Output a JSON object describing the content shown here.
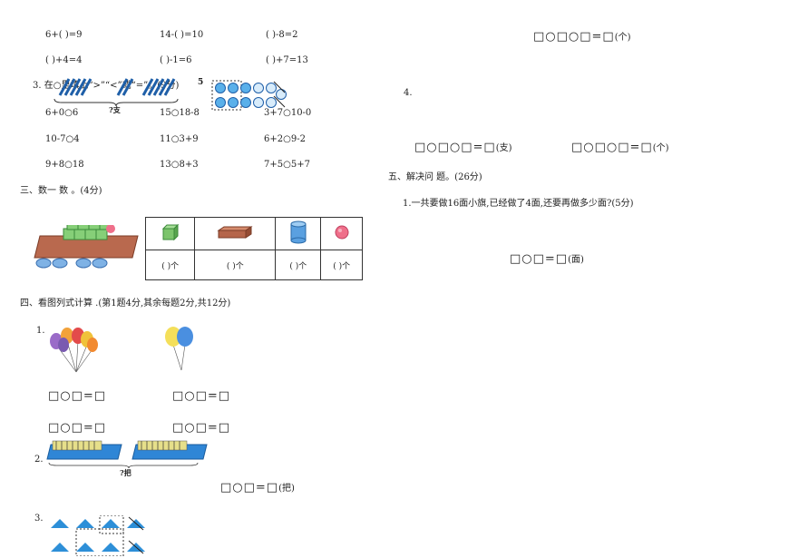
{
  "fill_blanks": {
    "row1": [
      "6+(      )=9",
      "14-(      )=10",
      "(      )-8=2"
    ],
    "row2": [
      "(      )+4=4",
      "(      )-1=6",
      "(      )+7=13"
    ]
  },
  "section3": {
    "title": "3. 在○里填上“>”“<”或“=”。(9分)",
    "rows": [
      [
        "6+0○6",
        "15○18-8",
        "3+7○10-0"
      ],
      [
        "10-7○4",
        "11○3+9",
        "6+2○9-2"
      ],
      [
        "9+8○18",
        "13○8+3",
        "7+5○5+7"
      ]
    ]
  },
  "section_count": {
    "title": "三、数一 数 。(4分)",
    "cells": [
      "(      )个",
      "(      )个",
      "(      )个",
      "(      )个"
    ],
    "shape_colors": [
      "#7cc46c",
      "#b5654a",
      "#5aa0e0",
      "#ef6f8a"
    ]
  },
  "section4": {
    "title": "四、看图列式计算 .(第1题4分,其余每题2分,共12分)",
    "q1_label": "1.",
    "q1_eq": [
      "□○□=□",
      "□○□=□",
      "□○□=□",
      "□○□=□"
    ],
    "q2_label": "2.",
    "q2_brace_label": "?把",
    "q2_eq": "□○□=□",
    "q2_unit": "(把)",
    "q3_label": "3.",
    "q3_eq": "□○□○□=□",
    "q3_unit": "(个)",
    "q4_label": "4.",
    "q4_eq_left": "□○□○□=□",
    "q4_unit_left": "(支)",
    "q4_eq_right": "□○□○□=□",
    "q4_unit_right": "(个)",
    "pencil_brace_label": "?支",
    "pencil_top_number": "5"
  },
  "section5": {
    "title": "五、解决问 题。(26分)",
    "q1": "1.一共要做16面小旗,已经做了4面,还要再做多少面?(5分)",
    "q1_eq": "□○□=□",
    "q1_unit": "(面)"
  },
  "colors": {
    "blue": "#3a8fd6",
    "triangle": "#2d8fd8"
  }
}
